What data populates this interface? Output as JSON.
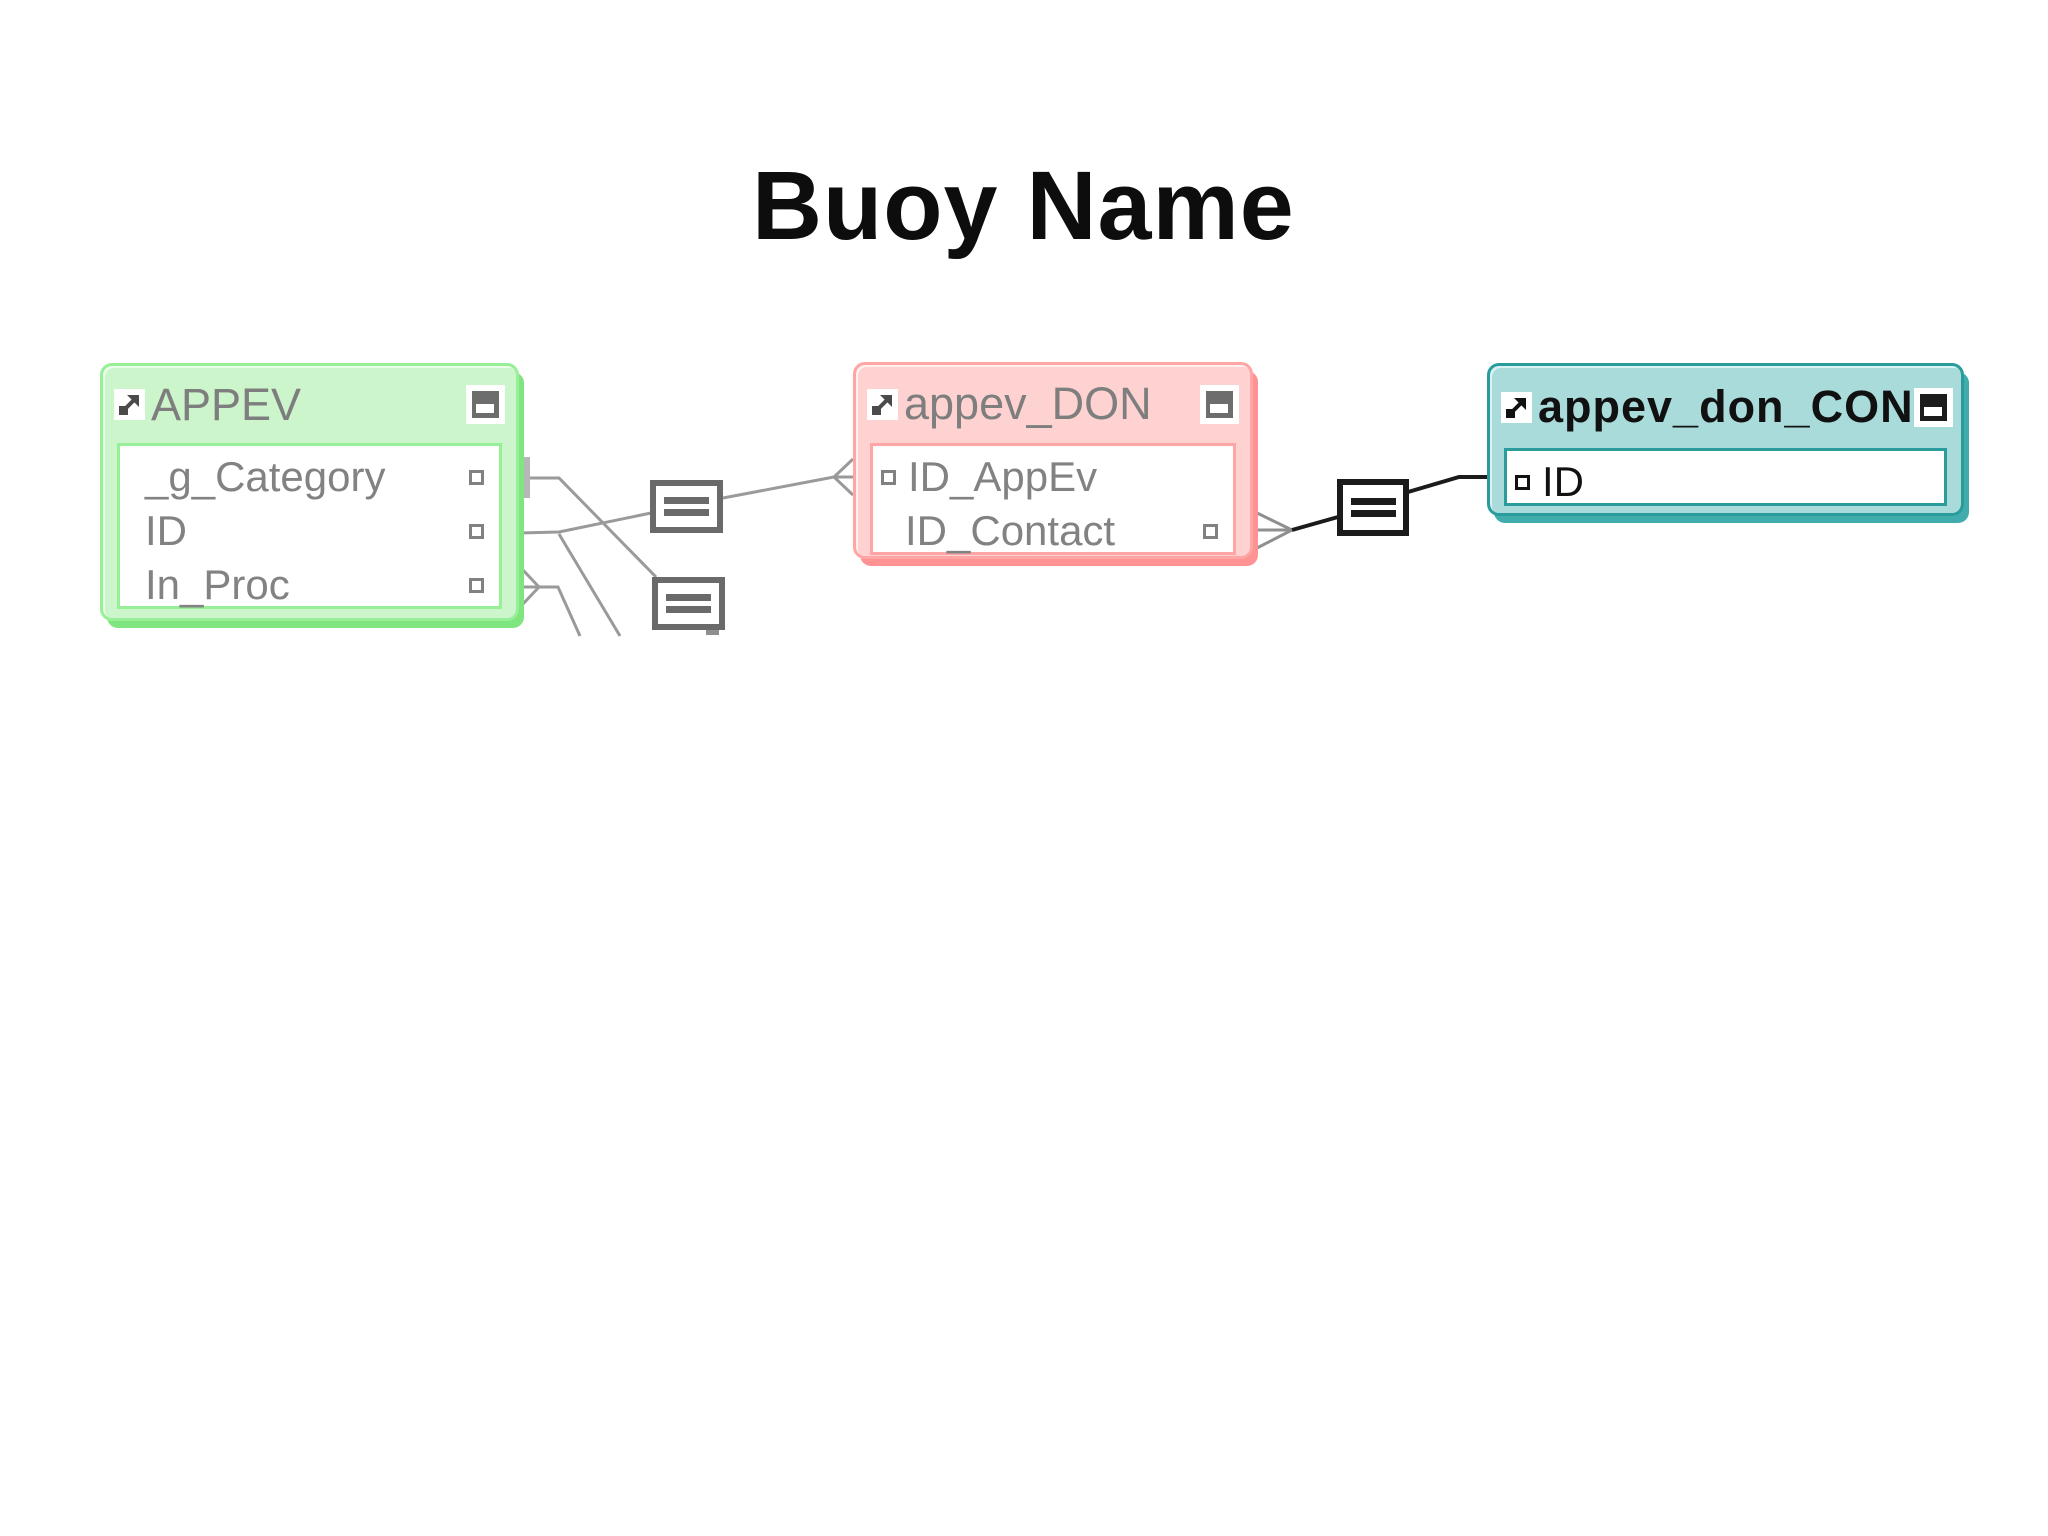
{
  "title": {
    "text": "Buoy Name"
  },
  "diagram": {
    "tables": [
      {
        "title": "APPEV",
        "theme_color": "#ccf5cb",
        "border_color": "#97f097",
        "icons": [
          "open-table-arrow-icon",
          "collapse-icon"
        ],
        "fields": [
          {
            "name": "_g_Category",
            "marker": "right"
          },
          {
            "name": "ID",
            "marker": "right"
          },
          {
            "name": "In_Proc",
            "marker": "right"
          }
        ]
      },
      {
        "title": "appev_DON",
        "theme_color": "#ffd2d2",
        "border_color": "#ffa5a5",
        "icons": [
          "open-table-arrow-icon",
          "collapse-icon"
        ],
        "fields": [
          {
            "name": "ID_AppEv",
            "marker": "left"
          },
          {
            "name": "ID_Contact",
            "marker": "right"
          }
        ]
      },
      {
        "title": "appev_don_CON",
        "theme_color": "#a9dbdb",
        "border_color": "#2a9c9c",
        "selected": true,
        "icons": [
          "open-table-arrow-icon",
          "collapse-icon"
        ],
        "fields": [
          {
            "name": "ID",
            "marker": "left"
          }
        ]
      }
    ],
    "relationships": [
      {
        "from": "APPEV._g_Category",
        "from_symbol": "one-bar",
        "operator": "equals-box",
        "to": "cut-off-bottom",
        "color": "#9a9a9a"
      },
      {
        "from": "APPEV.ID",
        "operator": "equals-box",
        "to": "appev_DON.ID_AppEv",
        "to_symbol": "crow-foot-many",
        "color": "#9a9a9a"
      },
      {
        "from": "APPEV.ID",
        "to": "cut-off-bottom",
        "color": "#9a9a9a"
      },
      {
        "from": "APPEV.In_Proc",
        "from_symbol": "crow-foot-many",
        "to": "cut-off-bottom",
        "color": "#9a9a9a"
      },
      {
        "from": "appev_DON.ID_Contact",
        "from_symbol": "crow-foot-many",
        "operator": "equals-box",
        "to": "appev_don_CON.ID",
        "color": "#1b1b1b",
        "selected": true
      }
    ],
    "colors": {
      "canvas": "#ffffff",
      "line_gray": "#9a9a9a",
      "line_black": "#1b1b1b",
      "text_gray": "#7e7e7e",
      "text_black": "#111111",
      "green_shadow": "#7fe57f",
      "pink_shadow": "#ff9393",
      "teal_shadow": "#40acac"
    }
  }
}
